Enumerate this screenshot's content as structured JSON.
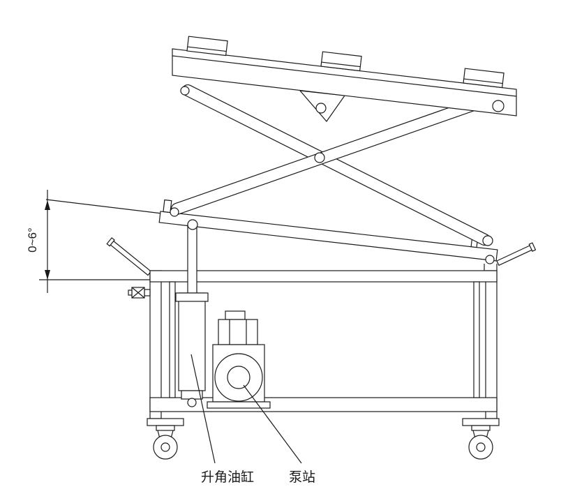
{
  "meta": {
    "type": "technical-drawing",
    "background": "#ffffff",
    "line_color": "#1a1a1a"
  },
  "dimension": {
    "angle_range": "0~6°"
  },
  "callouts": {
    "lift_cylinder": "升角油缸",
    "pump_station": "泵站"
  }
}
